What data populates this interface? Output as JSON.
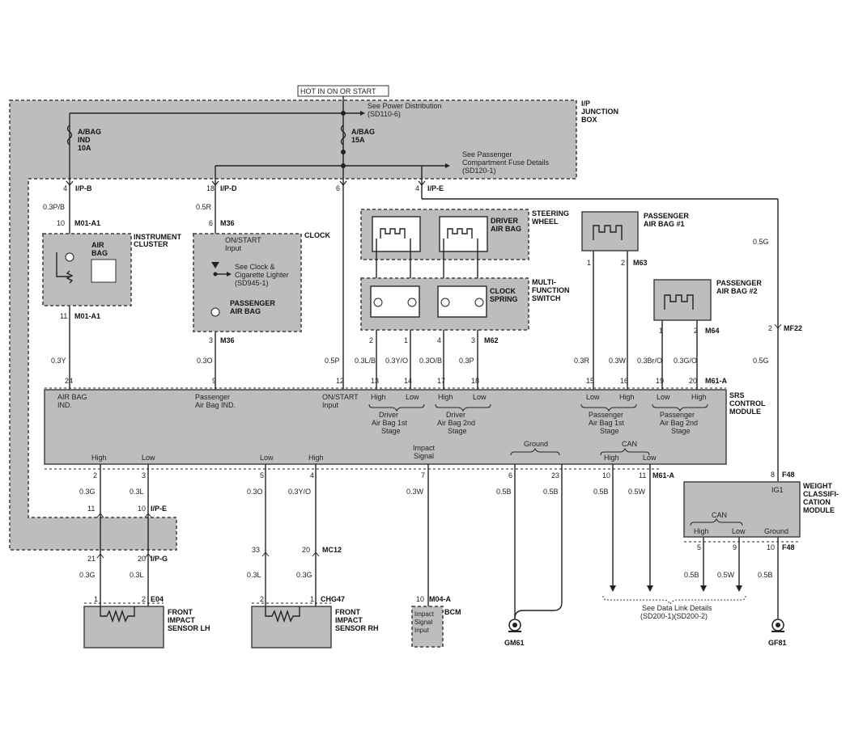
{
  "hot_label": "HOT IN ON OR START",
  "junction_box": {
    "title1": "I/P",
    "title2": "JUNCTION",
    "title3": "BOX"
  },
  "fuses": [
    {
      "line1": "A/BAG",
      "line2": "IND",
      "line3": "10A"
    },
    {
      "line1": "A/BAG",
      "line2": "15A"
    }
  ],
  "refs": {
    "power1": "See Power Distribution",
    "power2": "(SD110-6)",
    "fuse1": "See Passenger",
    "fuse2": "Compartment Fuse Details",
    "fuse3": "(SD120-1)",
    "clock1": "See Clock &",
    "clock2": "Cigarette Lighter",
    "clock3": "(SD945-1)",
    "datalink1": "See Data Link Details",
    "datalink2": "(SD200-1)(SD200-2)"
  },
  "connectors": {
    "ipb": "I/P-B",
    "ipd": "I/P-D",
    "ipe": "I/P-E",
    "ipe2": "I/P-E",
    "ipg": "I/P-G",
    "m01a1_top": "M01-A1",
    "m01a1_bot": "M01-A1",
    "m36_top": "M36",
    "m36_bot": "M36",
    "m62": "M62",
    "m63": "M63",
    "m64": "M64",
    "mf22": "MF22",
    "m61a_top": "M61-A",
    "m61a_bot": "M61-A",
    "f48_top": "F48",
    "f48_bot": "F48",
    "mc12": "MC12",
    "e04": "E04",
    "chg47": "CHG47",
    "m04a": "M04-A"
  },
  "components": {
    "instrument_cluster": {
      "line1": "INSTRUMENT",
      "line2": "CLUSTER",
      "airbag1": "AIR",
      "airbag2": "BAG"
    },
    "clock": {
      "title": "CLOCK",
      "input1": "ON/START",
      "input2": "Input",
      "pab1": "PASSENGER",
      "pab2": "AIR BAG"
    },
    "steering_wheel": {
      "line1": "STEERING",
      "line2": "WHEEL",
      "driver1": "DRIVER",
      "driver2": "AIR BAG"
    },
    "mfs": {
      "line1": "MULTI-",
      "line2": "FUNCTION",
      "line3": "SWITCH",
      "cs1": "CLOCK",
      "cs2": "SPRING"
    },
    "pab1": {
      "line1": "PASSENGER",
      "line2": "AIR BAG #1"
    },
    "pab2": {
      "line1": "PASSENGER",
      "line2": "AIR BAG #2"
    },
    "srs": {
      "line1": "SRS",
      "line2": "CONTROL",
      "line3": "MODULE"
    },
    "wcm": {
      "line1": "WEIGHT",
      "line2": "CLASSIFI-",
      "line3": "CATION",
      "line4": "MODULE",
      "ig1": "IG1",
      "can": "CAN",
      "high": "High",
      "low": "Low",
      "ground": "Ground"
    },
    "fis_lh": {
      "line1": "FRONT",
      "line2": "IMPACT",
      "line3": "SENSOR LH"
    },
    "fis_rh": {
      "line1": "FRONT",
      "line2": "IMPACT",
      "line3": "SENSOR RH"
    },
    "bcm": {
      "title": "BCM",
      "line1": "Impact",
      "line2": "Signal",
      "line3": "Input"
    }
  },
  "srs_pins_top": [
    {
      "pin": "24",
      "label1": "AIR BAG",
      "label2": "IND."
    },
    {
      "pin": "9",
      "label1": "Passenger",
      "label2": "Air Bag IND."
    },
    {
      "pin": "12",
      "label1": "ON/START",
      "label2": "Input"
    },
    {
      "pin": "13",
      "label1": "High"
    },
    {
      "pin": "14",
      "label1": "Low"
    },
    {
      "pin": "17",
      "label1": "High"
    },
    {
      "pin": "18",
      "label1": "Low"
    },
    {
      "pin": "15",
      "label1": "Low"
    },
    {
      "pin": "16",
      "label1": "High"
    },
    {
      "pin": "19",
      "label1": "Low"
    },
    {
      "pin": "20",
      "label1": "High"
    }
  ],
  "srs_group_labels": {
    "drv1": "Driver",
    "drv1b": "Air Bag 1st",
    "drv1c": "Stage",
    "drv2": "Driver",
    "drv2b": "Air Bag 2nd",
    "drv2c": "Stage",
    "pas1": "Passenger",
    "pas1b": "Air Bag 1st",
    "pas1c": "Stage",
    "pas2": "Passenger",
    "pas2b": "Air Bag 2nd",
    "pas2c": "Stage"
  },
  "srs_bottom_labels": {
    "high1": "High",
    "low1": "Low",
    "low2": "Low",
    "high2": "High",
    "impact1": "Impact",
    "impact2": "Signal",
    "ground": "Ground",
    "can": "CAN",
    "can_high": "High",
    "can_low": "Low"
  },
  "pins": {
    "p4a": "4",
    "p18": "18",
    "p6a": "6",
    "p4b": "4",
    "p10a": "10",
    "p6b": "6",
    "p11a": "11",
    "p3a": "3",
    "p2a": "2",
    "p1a": "1",
    "p4c": "4",
    "p3b": "3",
    "p1b": "1",
    "p2b": "2",
    "p1c": "1",
    "p2c": "2",
    "p2d": "2",
    "p8": "8",
    "b2": "2",
    "b3": "3",
    "b5": "5",
    "b4": "4",
    "b7": "7",
    "b6": "6",
    "b23": "23",
    "b10": "10",
    "b11": "11",
    "p11b": "11",
    "p10b": "10",
    "p21": "21",
    "p20": "20",
    "p33": "33",
    "p20b": "20",
    "e1": "1",
    "e2": "2",
    "c2": "2",
    "c1": "1",
    "m10": "10",
    "w5": "5",
    "w9": "9",
    "w10": "10"
  },
  "wires": {
    "w03pb": "0.3P/B",
    "w05r": "0.5R",
    "w03y": "0.3Y",
    "w03o": "0.3O",
    "w05p": "0.5P",
    "w03lb": "0.3L/B",
    "w03yo": "0.3Y/O",
    "w03ob": "0.3O/B",
    "w03p": "0.3P",
    "w03r": "0.3R",
    "w03w": "0.3W",
    "w03bro": "0.3Br/O",
    "w03go": "0.3G/O",
    "w05g_a": "0.5G",
    "w05g_b": "0.5G",
    "b03g_a": "0.3G",
    "b03l_a": "0.3L",
    "b03o": "0.3O",
    "b03yo": "0.3Y/O",
    "b03w": "0.3W",
    "b05b_a": "0.5B",
    "b05b_b": "0.5B",
    "b05b_c": "0.5B",
    "b05w_a": "0.5W",
    "b03g_b": "0.3G",
    "b03l_b": "0.3L",
    "b03l_c": "0.3L",
    "b03g_c": "0.3G",
    "d05b_a": "0.5B",
    "d05w": "0.5W",
    "d05b_b": "0.5B"
  },
  "grounds": {
    "gm61": "GM61",
    "gf81": "GF81"
  }
}
